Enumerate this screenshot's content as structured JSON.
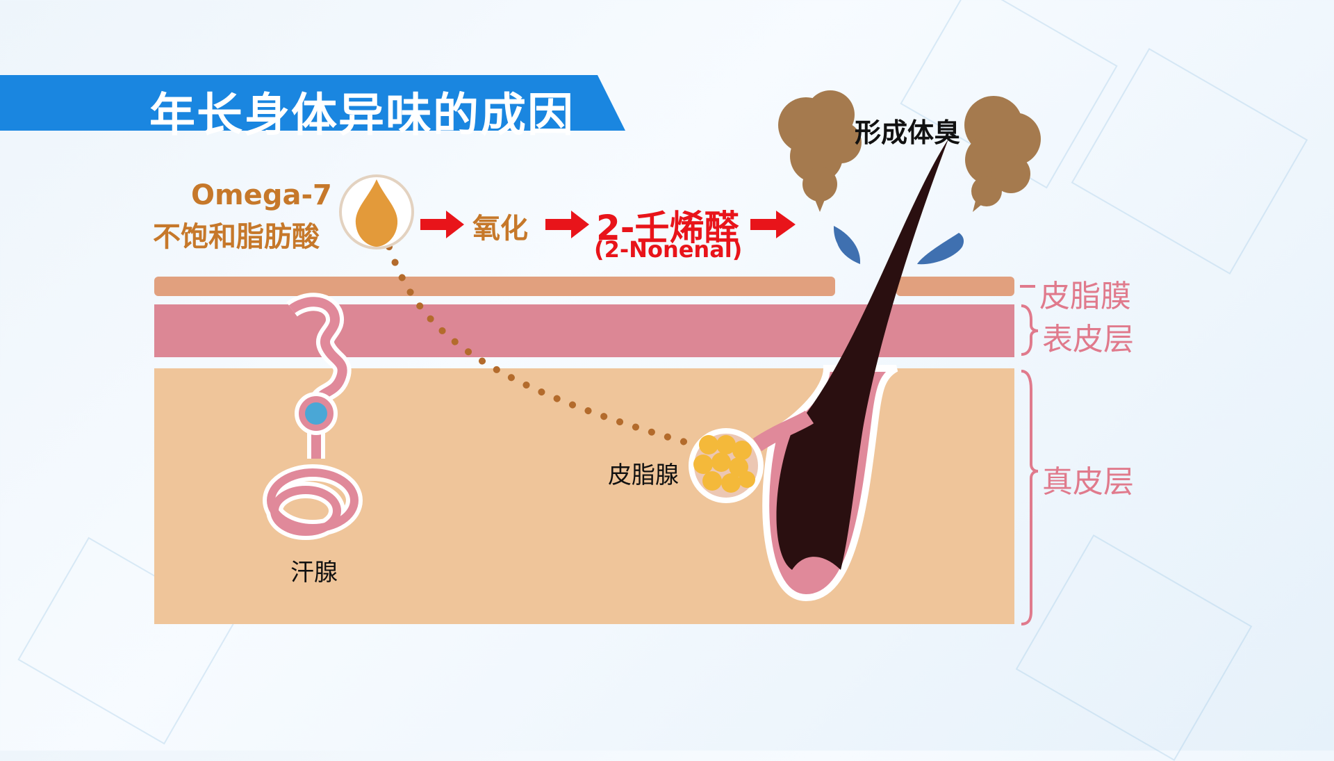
{
  "title": "年长身体异味的成因",
  "omega": {
    "name": "Omega-7",
    "desc": "不饱和脂肪酸"
  },
  "process": {
    "oxidation": "氧化",
    "product_cn": "2-壬烯醛",
    "product_en": "(2-Nonenal)",
    "result": "形成体臭"
  },
  "layers": {
    "sebum_film": "皮脂膜",
    "epidermis": "表皮层",
    "dermis": "真皮层"
  },
  "glands": {
    "sebaceous": "皮脂腺",
    "sweat": "汗腺"
  },
  "colors": {
    "banner": "#1a86e0",
    "title_text": "#ffffff",
    "omega_text": "#c6782a",
    "red_text": "#e8141a",
    "sebum_film": "#e1a07e",
    "epidermis": "#dc8795",
    "dermis": "#efc59a",
    "layer_label": "#e07a8c",
    "hair": "#2a0f10",
    "odor_cloud": "#a57a4e",
    "sweat_drop": "#3f70b0",
    "gland_fat": "#f4b93a"
  }
}
